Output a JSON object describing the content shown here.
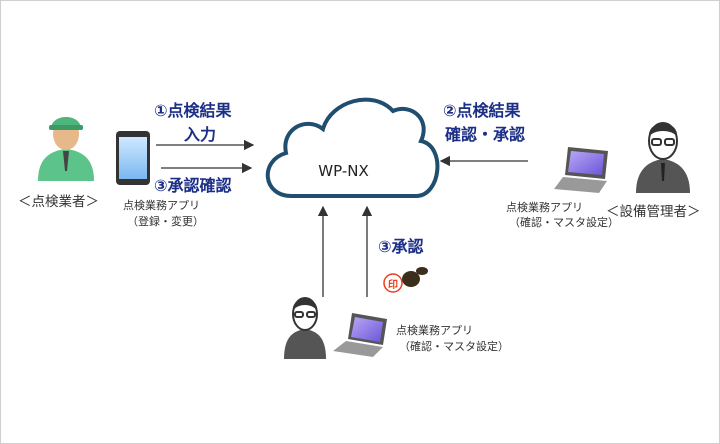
{
  "cloud": {
    "label": "WP-NX"
  },
  "inspector": {
    "role": "＜点検業者＞",
    "app_name": "点検業務アプリ",
    "app_mode": "（登録・変更）"
  },
  "manager": {
    "role": "＜設備管理者＞",
    "app_name": "点検業務アプリ",
    "app_mode": "（確認・マスタ設定）"
  },
  "approver": {
    "app_name": "点検業務アプリ",
    "app_mode": "（確認・マスタ設定）"
  },
  "steps": {
    "step1_line1": "①点検結果",
    "step1_line2": "入力",
    "step2_line1": "②点検結果",
    "step2_line2": "確認・承認",
    "step3_confirm": "③承認確認",
    "step3_approve": "③承認"
  },
  "stamp": {
    "mark": "印"
  },
  "colors": {
    "step_text": "#1c2f86",
    "cloud_stroke": "#1f4e6e",
    "arrow": "#333333",
    "stamp": "#e8401c"
  }
}
